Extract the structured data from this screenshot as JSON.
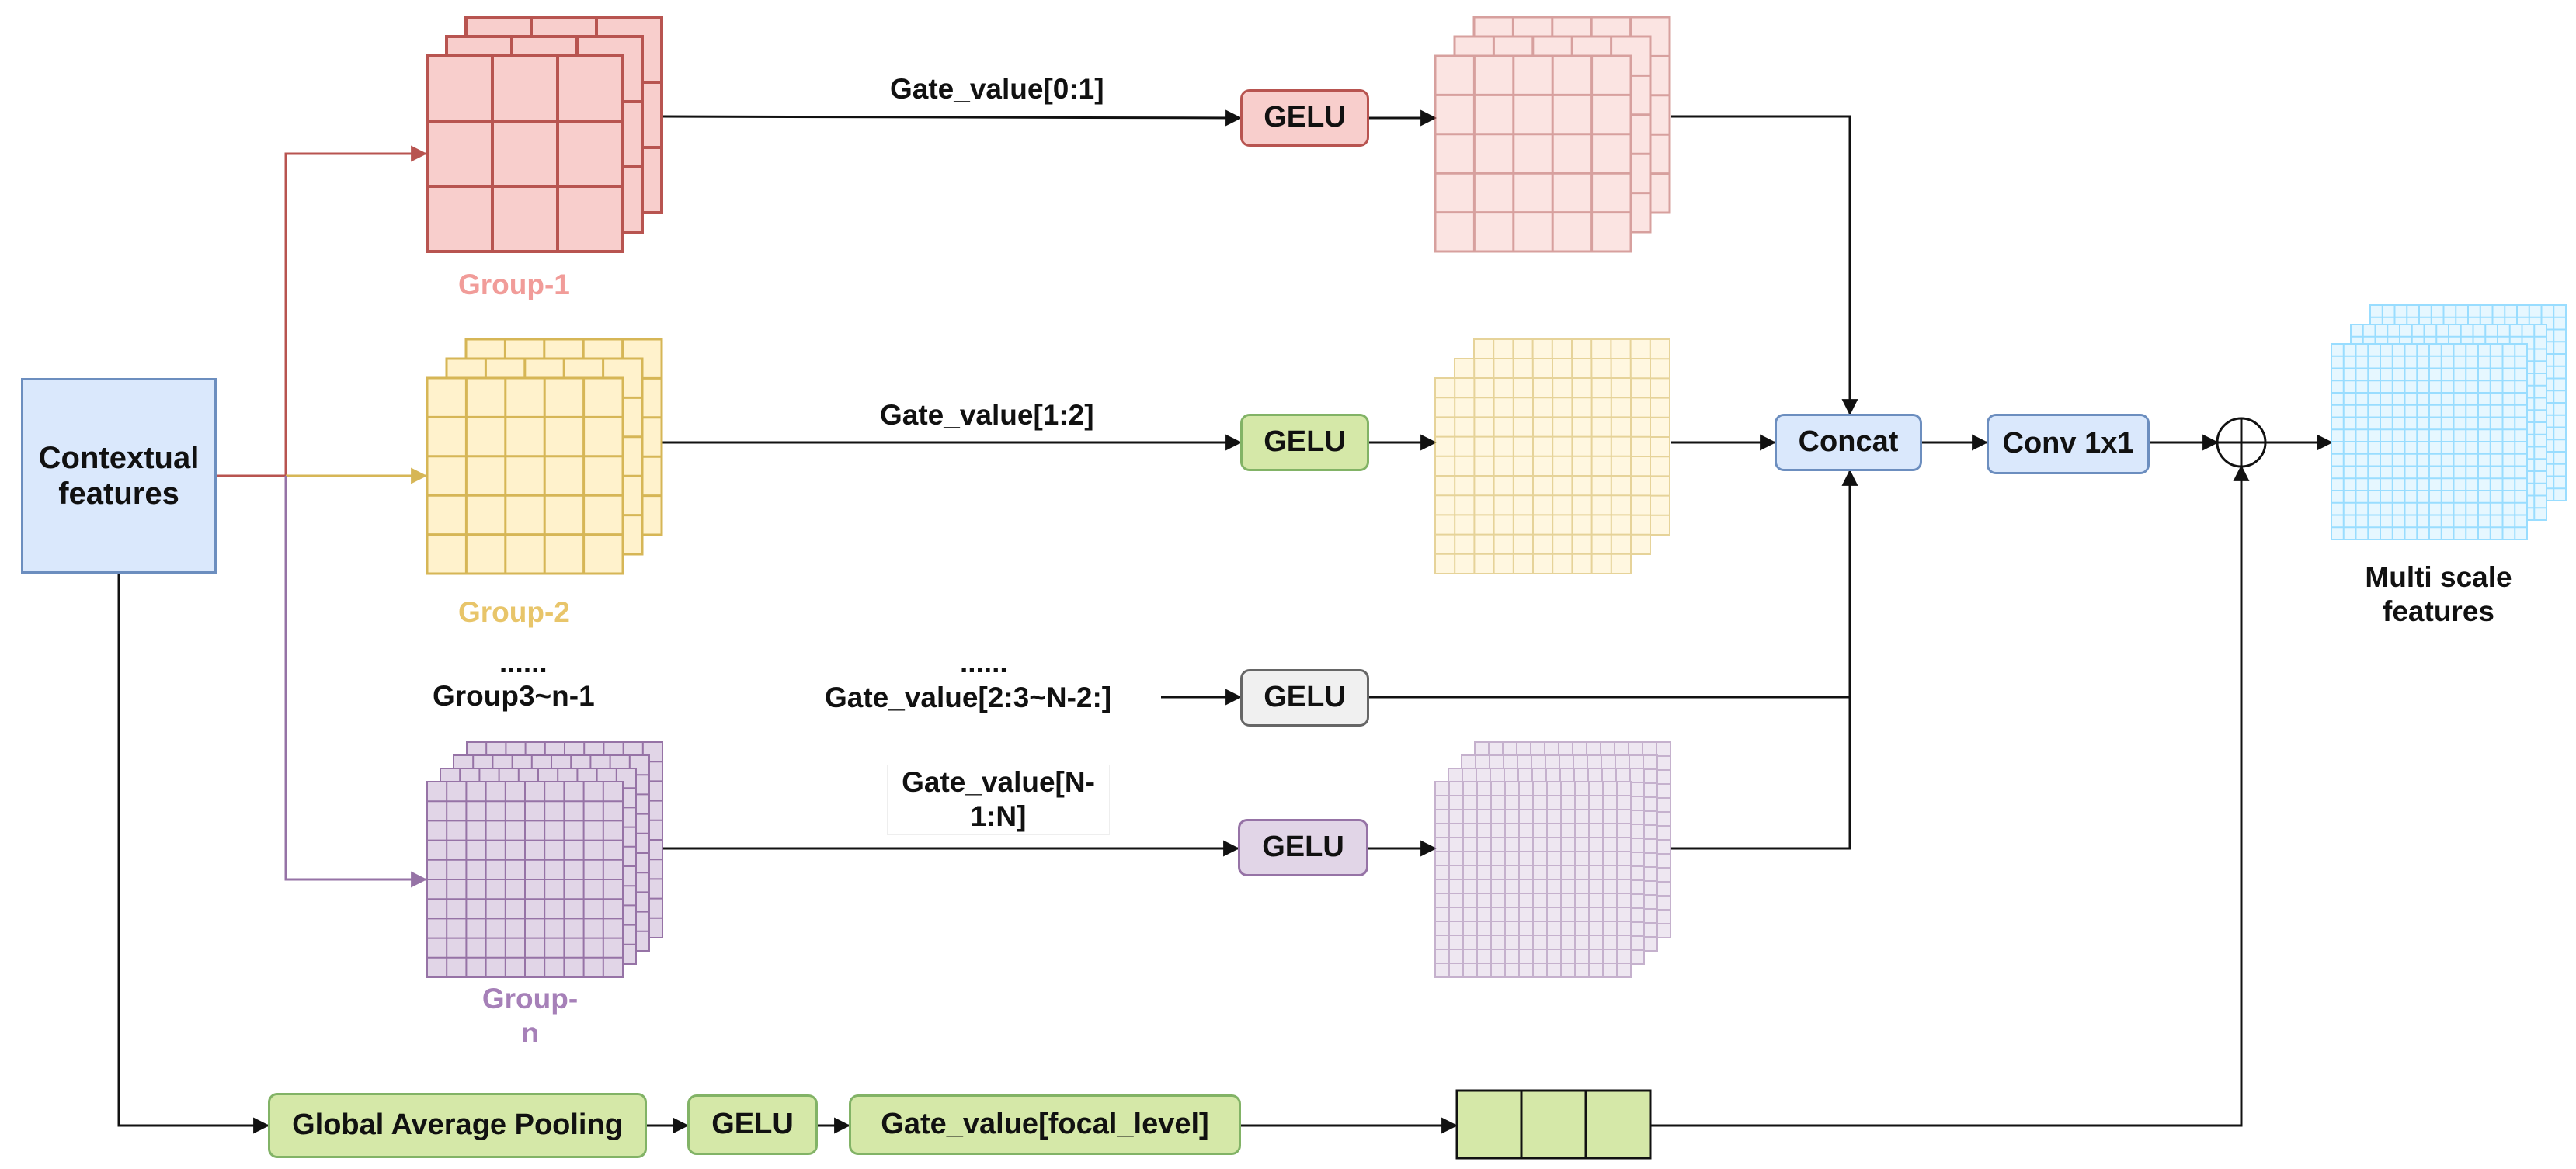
{
  "colors": {
    "red_fill": "#f8cecc",
    "red_stroke": "#b85450",
    "red_text": "#f19c99",
    "yellow_fill": "#fff2cc",
    "yellow_stroke": "#d6b656",
    "yellow_text": "#e8c56a",
    "purple_fill": "#e1d5e7",
    "purple_stroke": "#9673a6",
    "purple_text": "#a680b8",
    "blue_fill": "#dae8fc",
    "blue_stroke": "#6c8ebf",
    "green_fill": "#d5e8a8",
    "green_stroke": "#82b366",
    "gray_fill": "#f0f0f0",
    "gray_stroke": "#666666",
    "light_blue_grid": "#99ddff"
  },
  "input": {
    "label": "Contextual\nfeatures"
  },
  "groups": {
    "group1": "Group-1",
    "group2": "Group-2",
    "dots": "......",
    "group_mid": "Group3~n-1",
    "group_n": "Group-\nn"
  },
  "gates": {
    "g1": "Gate_value[0:1]",
    "g2": "Gate_value[1:2]",
    "g_dots": "......",
    "g_mid": "Gate_value[2:3~N-2:]",
    "g_n": "Gate_value[N-\n1:N]"
  },
  "activations": {
    "gelu": "GELU"
  },
  "ops": {
    "concat": "Concat",
    "conv": "Conv 1x1",
    "add_symbol": "add-circle-icon"
  },
  "output": {
    "label": "Multi scale\nfeatures"
  },
  "bottom": {
    "gap": "Global Average Pooling",
    "gelu": "GELU",
    "gate": "Gate_value[focal_level]"
  }
}
